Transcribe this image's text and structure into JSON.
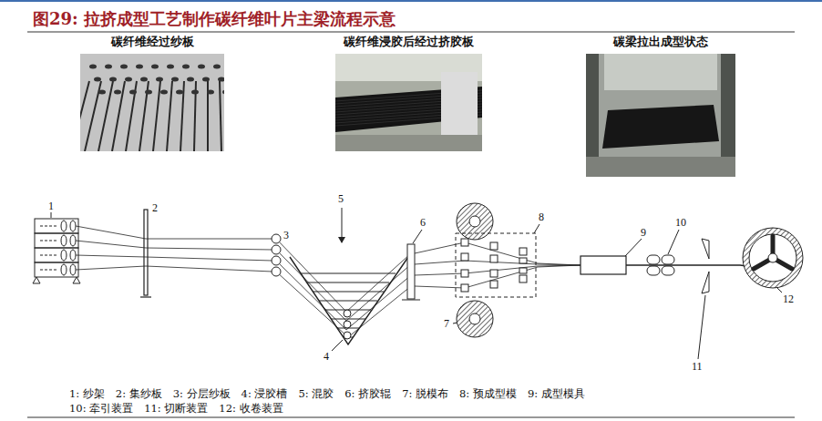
{
  "diagram": {
    "title": "图29: 拉挤成型工艺制作碳纤维叶片主梁流程示意",
    "nodes": [
      {
        "text": [
          "碳纤维经过纱板"
        ]
      },
      {
        "text": [
          "碳纤维浸胶后经过挤胶板"
        ]
      },
      {
        "text": [
          "碳梁拉出成型状态"
        ]
      }
    ],
    "labels": [
      "1",
      "2",
      "3",
      "4",
      "5",
      "6",
      "7",
      "8",
      "9",
      "10",
      "11",
      "12",
      "1: 纱架",
      "2: 集纱板",
      "3: 分层纱板",
      "4: 浸胶槽",
      "5: 混胶",
      "6: 挤胶辊",
      "7: 脱模布",
      "8: 预成型模",
      "9: 成型模具",
      "10: 牵引装置",
      "11: 切断装置",
      "12: 收卷装置"
    ]
  }
}
